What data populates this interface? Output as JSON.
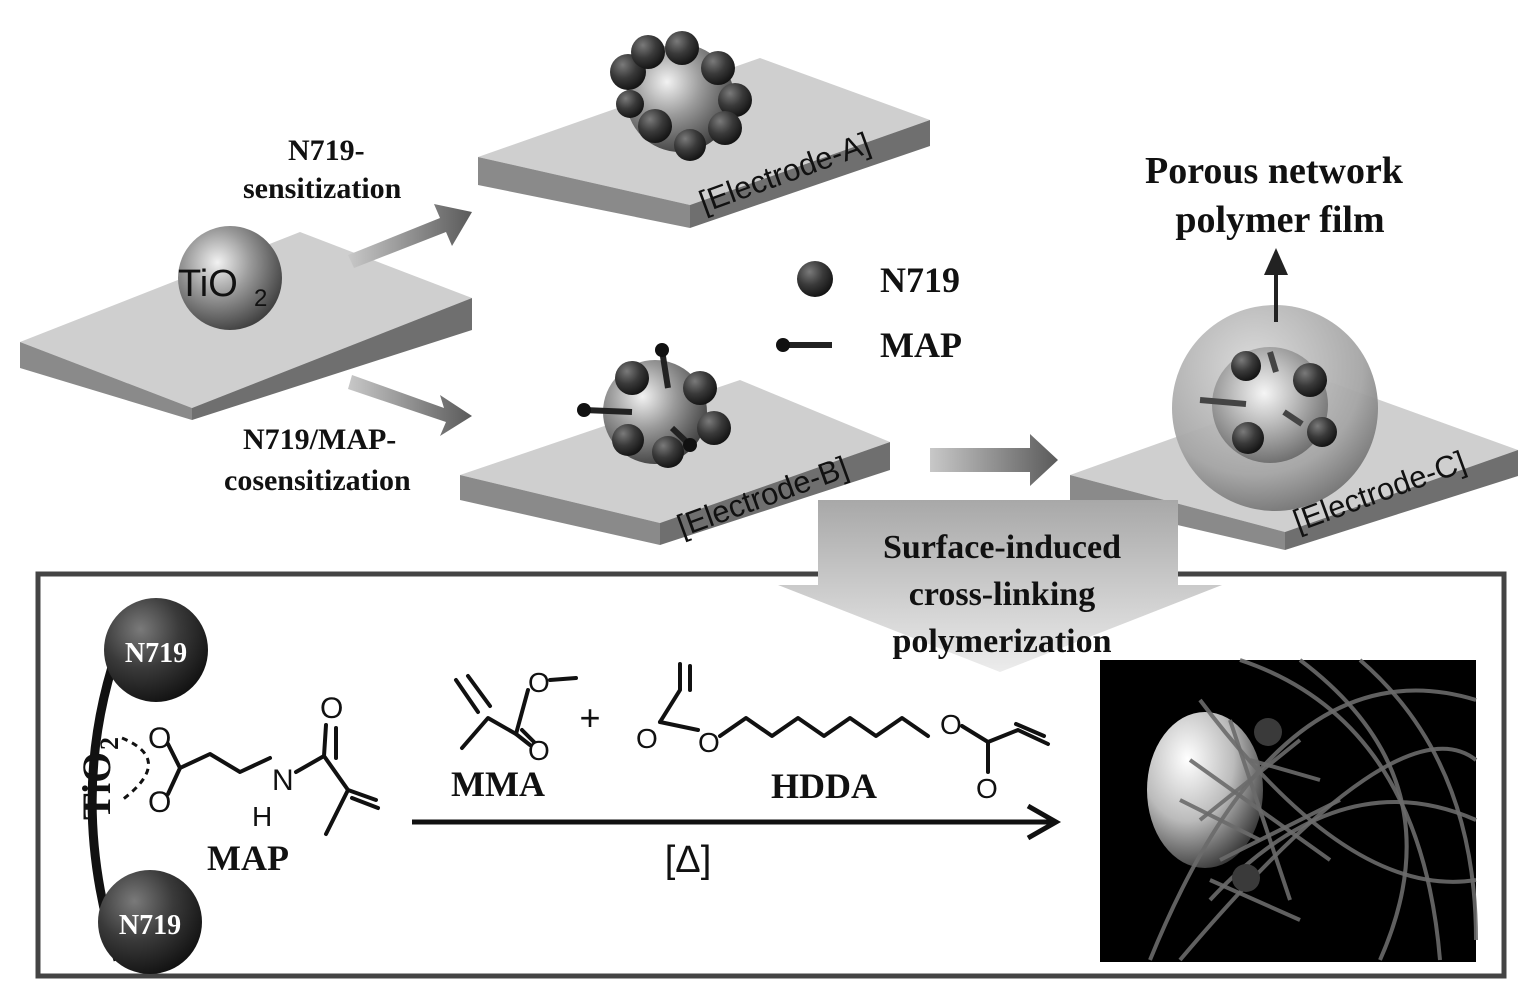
{
  "labels": {
    "tio2": "TiO",
    "tio2_sub": "2",
    "step_a_line1": "N719-",
    "step_a_line2": "sensitization",
    "step_b_line1": "N719/MAP-",
    "step_b_line2": "cosensitization",
    "electrode_a": "[Electrode-A]",
    "electrode_b": "[Electrode-B]",
    "electrode_c": "[Electrode-C]",
    "porous_line1": "Porous network",
    "porous_line2": "polymer film",
    "surface_line1": "Surface-induced",
    "surface_line2": "cross-linking",
    "surface_line3": "polymerization"
  },
  "legend": {
    "n719": "N719",
    "map": "MAP"
  },
  "scheme": {
    "tio2_wall": "TiO",
    "tio2_wall_sub": "2",
    "n719_top": "N719",
    "n719_bottom": "N719",
    "atom_o": "O",
    "atom_n": "N",
    "atom_h": "H",
    "map_label": "MAP",
    "mma_label": "MMA",
    "plus": "+",
    "hdda_label": "HDDA",
    "condition": "[Δ]"
  },
  "colors": {
    "slab_top": "#cfcfcf",
    "slab_front": "#8a8a8a",
    "dye": "#3a3a3a",
    "frame": "#444444",
    "panel_bg": "#000000"
  }
}
